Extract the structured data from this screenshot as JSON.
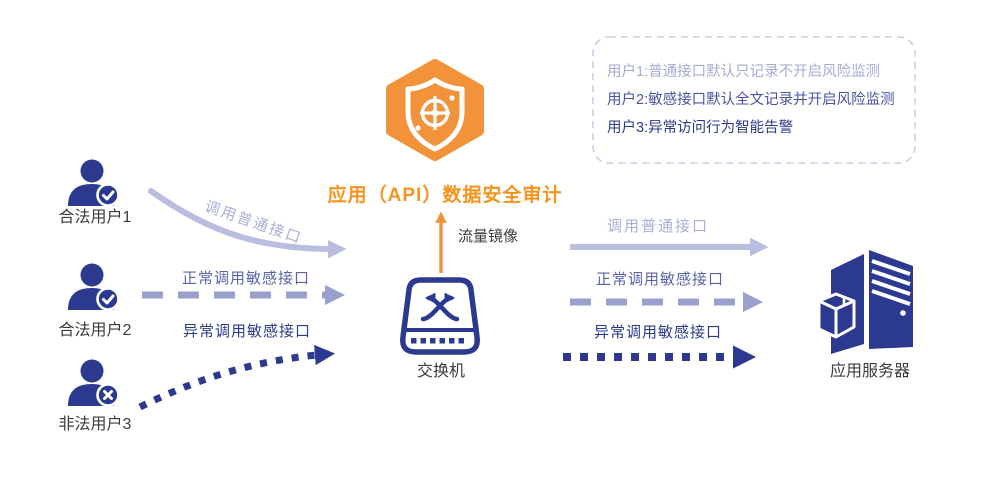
{
  "diagram_title": "应用（API）数据安全审计",
  "colors": {
    "navy": "#2b3990",
    "orange": "#f2933b",
    "title_orange": "#f7941e",
    "lavender_light": "#b9bee0",
    "lavender_text": "#a9afd9",
    "purple_mid": "#9aa0ce",
    "purple_mid_text": "#5a63ad",
    "note_border": "#cbcfe8",
    "dark_text": "#3b3b3b"
  },
  "users": [
    {
      "label": "合法用户1",
      "icon": "user-check-icon",
      "status": "legit"
    },
    {
      "label": "合法用户2",
      "icon": "user-check-icon",
      "status": "legit"
    },
    {
      "label": "非法用户3",
      "icon": "user-x-icon",
      "status": "illegit"
    }
  ],
  "audit": {
    "icon": "shield-target-icon",
    "title": "应用（API）数据安全审计"
  },
  "mirror": {
    "label": "流量镜像"
  },
  "switch": {
    "label": "交换机",
    "icon": "network-switch-icon"
  },
  "server": {
    "label": "应用服务器",
    "icon": "app-server-icon"
  },
  "flows": {
    "left": [
      {
        "label": "调用普通接口",
        "style": "solid-light-curved"
      },
      {
        "label": "正常调用敏感接口",
        "style": "dashed-purple"
      },
      {
        "label": "异常调用敏感接口",
        "style": "dotted-navy-curved"
      }
    ],
    "right": [
      {
        "label": "调用普通接口",
        "style": "solid-light"
      },
      {
        "label": "正常调用敏感接口",
        "style": "dashed-purple"
      },
      {
        "label": "异常调用敏感接口",
        "style": "dotted-navy"
      }
    ]
  },
  "notes": {
    "lines": [
      "用户1:普通接口默认只记录不开启风险监测",
      "用户2:敏感接口默认全文记录并开启风险监测",
      "用户3:异常访问行为智能告警"
    ]
  }
}
